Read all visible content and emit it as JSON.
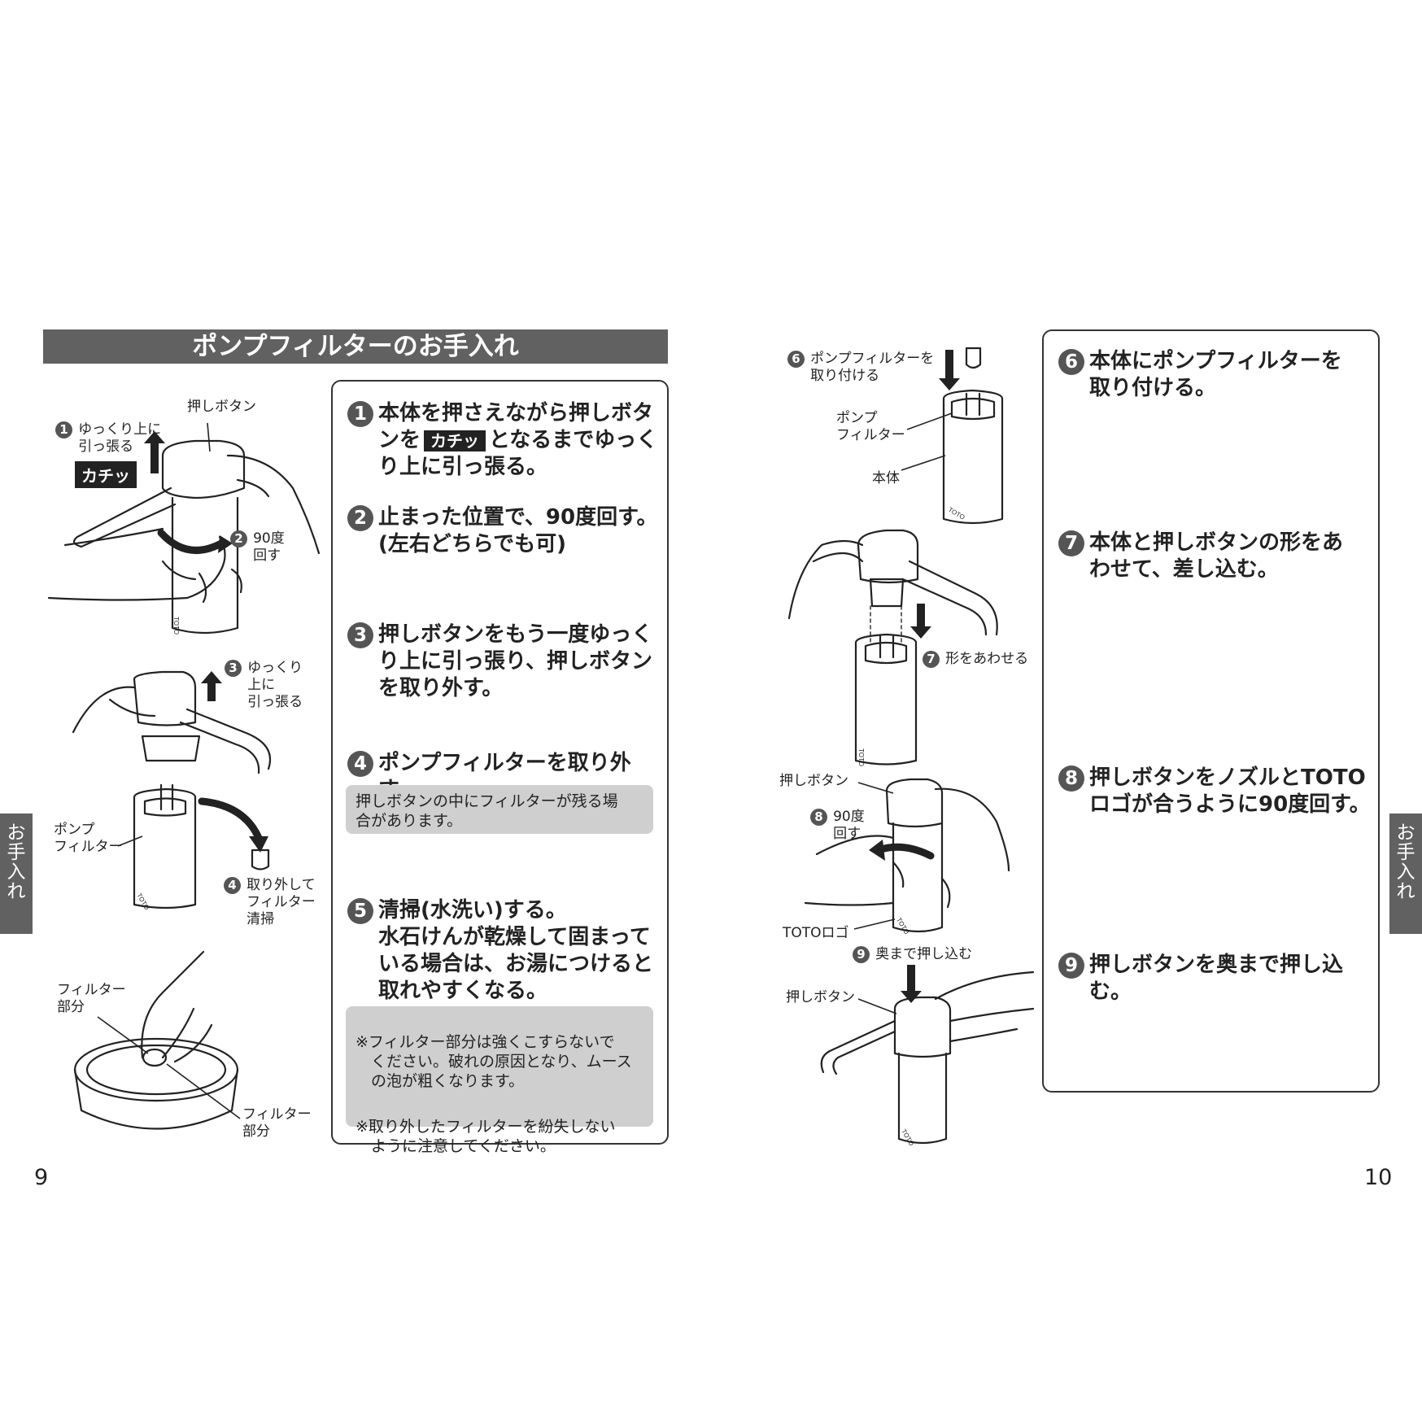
{
  "left": {
    "title": "ポンプフィルターのお手入れ",
    "page_number": "9",
    "side_tab": [
      "お",
      "手",
      "入",
      "れ"
    ],
    "steps": [
      {
        "num": "1",
        "text_before": "本体を押さえながら押しボタ\nンを",
        "badge": "カチッ",
        "text_after": "となるまでゆっく\nり上に引っ張る。"
      },
      {
        "num": "2",
        "text": "止まった位置で、90度回す。\n(左右どちらでも可)"
      },
      {
        "num": "3",
        "text": "押しボタンをもう一度ゆっく\nり上に引っ張り、押しボタン\nを取り外す。"
      },
      {
        "num": "4",
        "text": "ポンプフィルターを取り外す。"
      },
      {
        "num": "5",
        "text": "清掃(水洗い)する。\n水石けんが乾燥して固まって\nいる場合は、お湯につけると\n取れやすくなる。"
      }
    ],
    "note4": "押しボタンの中にフィルターが残る場\n合があります。",
    "note5": [
      "※フィルター部分は強くこすらないで\n　ください。破れの原因となり、ムース\n　の泡が粗くなります。",
      "※取り外したフィルターを紛失しない\n　ように注意してください。"
    ],
    "labels": {
      "push_button": "押しボタン",
      "pull_slowly": "ゆっくり上に\n引っ張る",
      "kachi": "カチッ",
      "rotate_90": "90度\n回す",
      "pull_slowly_2": "ゆっくり\n上に\n引っ張る",
      "pump_filter": "ポンプ\nフィルター",
      "remove_clean": "取り外して\nフィルター\n清掃",
      "filter_part_1": "フィルター\n部分",
      "filter_part_2": "フィルター\n部分"
    },
    "label_nums": [
      "1",
      "2",
      "3",
      "4"
    ]
  },
  "right": {
    "page_number": "10",
    "side_tab": [
      "お",
      "手",
      "入",
      "れ"
    ],
    "steps": [
      {
        "num": "6",
        "text": "本体にポンプフィルターを\n取り付ける。"
      },
      {
        "num": "7",
        "text": "本体と押しボタンの形をあ\nわせて、差し込む。"
      },
      {
        "num": "8",
        "text": "押しボタンをノズルとTOTO\nロゴが合うように90度回す。"
      },
      {
        "num": "9",
        "text": "押しボタンを奥まで押し込む。"
      }
    ],
    "labels": {
      "attach_filter": "ポンプフィルターを\n取り付ける",
      "pump_filter": "ポンプ\nフィルター",
      "body": "本体",
      "align_shape": "形をあわせる",
      "push_button_1": "押しボタン",
      "rotate_90": "90度\n回す",
      "toto_logo": "TOTOロゴ",
      "push_in": "奥まで押し込む",
      "push_button_2": "押しボタン"
    },
    "label_nums": [
      "6",
      "7",
      "8",
      "9"
    ]
  },
  "product_mark": "TOTO"
}
